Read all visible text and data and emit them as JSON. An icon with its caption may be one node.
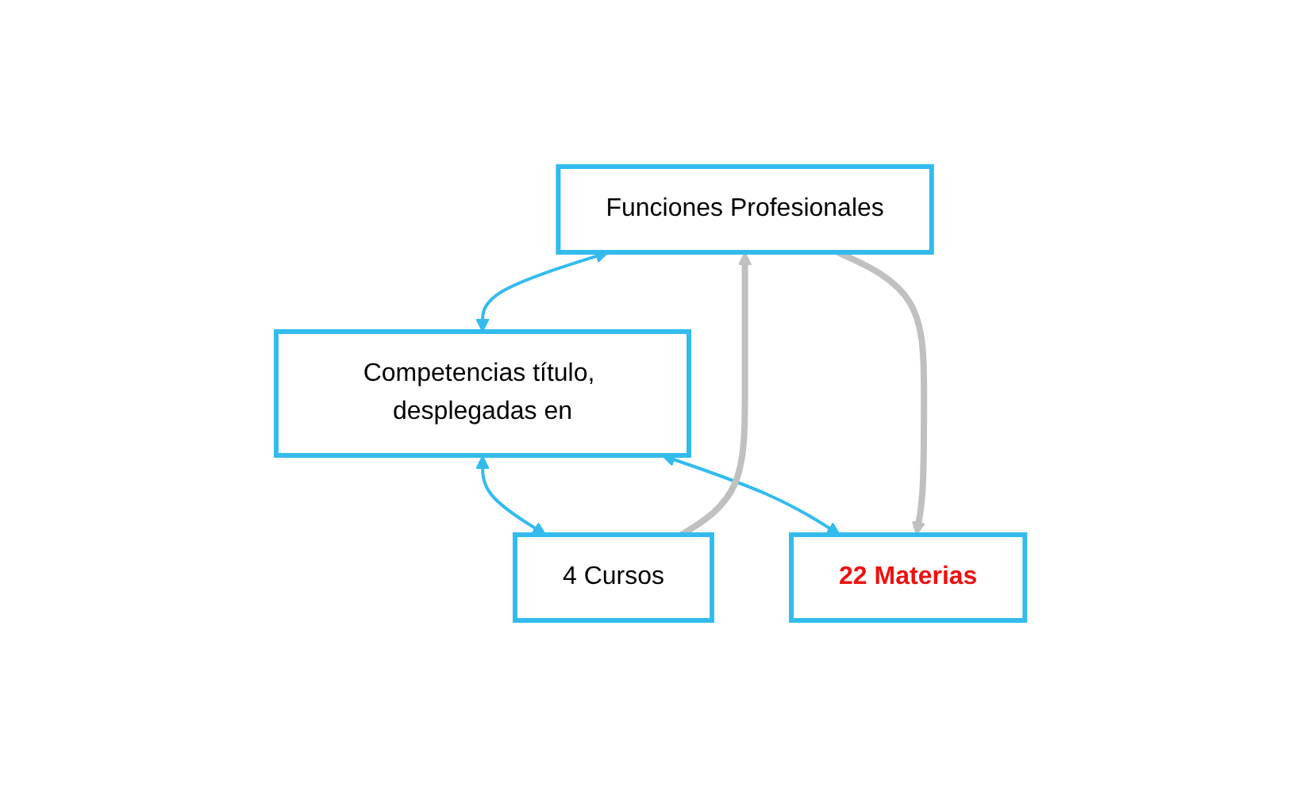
{
  "diagram": {
    "nodes": [
      {
        "text": [
          "Funciones Profesionales"
        ]
      },
      {
        "text": [
          "Competencias título, desplegadas en"
        ]
      },
      {
        "text": [
          "4 Cursos"
        ]
      },
      {
        "text": [
          "22 Materias"
        ]
      }
    ],
    "edges": [
      {
        "from": 0,
        "to": 1,
        "arrow": "both"
      },
      {
        "from": 1,
        "to": 2,
        "arrow": "both"
      },
      {
        "from": 1,
        "to": 3,
        "arrow": "both"
      },
      {
        "from": 2,
        "to": 0,
        "arrow": "to",
        "style": "thick",
        "color": "#c0c0c0"
      },
      {
        "from": 0,
        "to": 3,
        "arrow": "to",
        "style": "thick",
        "color": "#c0c0c0"
      }
    ]
  }
}
